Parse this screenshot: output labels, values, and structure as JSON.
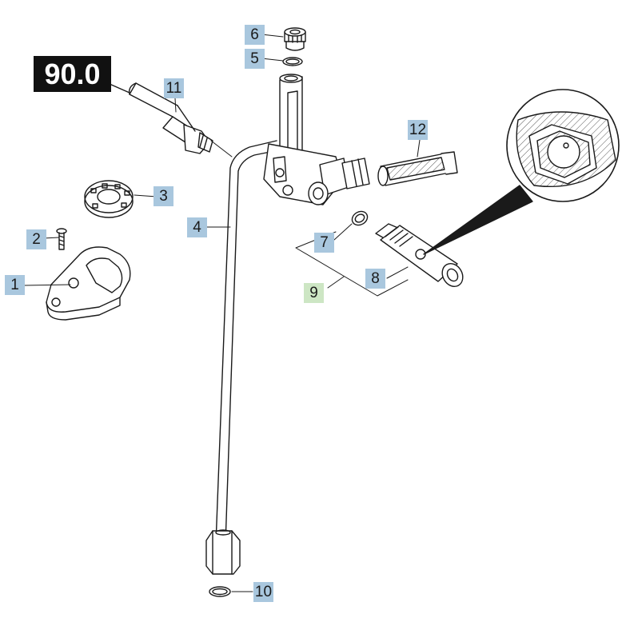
{
  "group_tag": "90.0",
  "callouts": [
    {
      "label": "1",
      "part": "bracket"
    },
    {
      "label": "2",
      "part": "screw"
    },
    {
      "label": "3",
      "part": "lock-washer"
    },
    {
      "label": "4",
      "part": "tube"
    },
    {
      "label": "5",
      "part": "o-ring-top"
    },
    {
      "label": "6",
      "part": "plug"
    },
    {
      "label": "7",
      "part": "o-ring"
    },
    {
      "label": "8",
      "part": "valve-cartridge"
    },
    {
      "label": "9",
      "part": "kit-group"
    },
    {
      "label": "10",
      "part": "o-ring-bottom"
    },
    {
      "label": "11",
      "part": "fitting"
    },
    {
      "label": "12",
      "part": "filter"
    }
  ],
  "colors": {
    "callout_bg": "#a9c7de",
    "group_callout_bg": "#cde6c4",
    "tag_bg": "#111111",
    "line": "#1a1a1a",
    "hatch": "#555555"
  }
}
